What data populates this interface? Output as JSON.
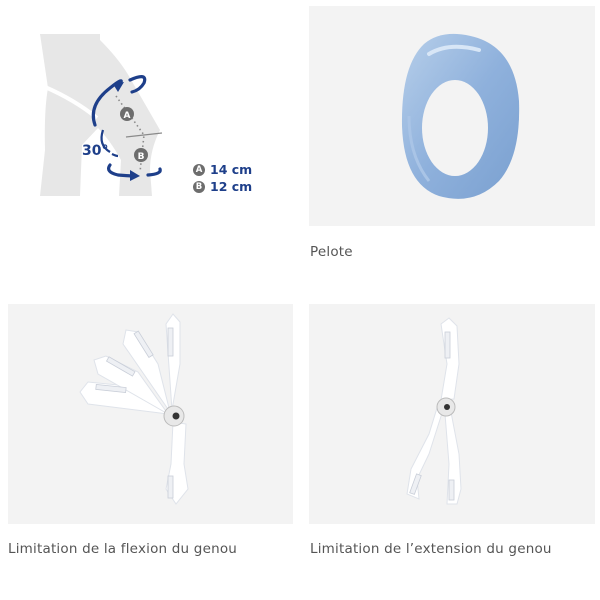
{
  "measurement_diagram": {
    "angle_label": "30°",
    "points": [
      {
        "marker": "A",
        "value": "14 cm"
      },
      {
        "marker": "B",
        "value": "12 cm"
      }
    ],
    "accent_color": "#1e3f8a"
  },
  "products": [
    {
      "caption": "Pelote",
      "image_icon": "pelote-ring"
    },
    {
      "caption": "Limitation de la flexion du genou",
      "image_icon": "hinge-flexion"
    },
    {
      "caption": "Limitation de l’extension du genou",
      "image_icon": "hinge-extension"
    }
  ]
}
